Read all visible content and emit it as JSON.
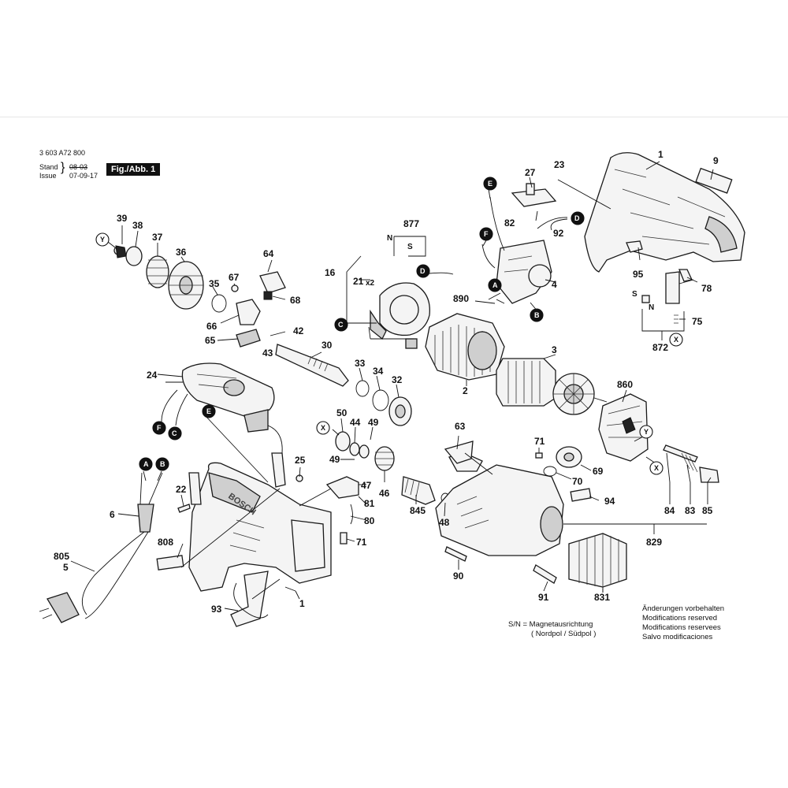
{
  "header": {
    "doc_number": "3 603 A72 800",
    "stand_label": "Stand",
    "issue_label": "Issue",
    "stand_date": "08-03",
    "issue_date": "07-09-17",
    "figure_label": "Fig./Abb. 1"
  },
  "legend": {
    "sn_line1": "S/N = Magnetausrichtung",
    "sn_line2": "( Nordpol / Südpol )"
  },
  "disclaimer": {
    "line_de": "Änderungen vorbehalten",
    "line_en": "Modifications reserved",
    "line_fr": "Modifications reservees",
    "line_es": "Salvo modificaciones"
  },
  "callouts": {
    "p1": "1",
    "p1b": "1",
    "p2": "2",
    "p3": "3",
    "p4": "4",
    "p5": "5",
    "p6": "6",
    "p9": "9",
    "p16": "16",
    "p21": "21",
    "p21x2": "x2",
    "p22": "22",
    "p23": "23",
    "p24": "24",
    "p25": "25",
    "p27": "27",
    "p30": "30",
    "p32": "32",
    "p33": "33",
    "p34": "34",
    "p35": "35",
    "p36": "36",
    "p37": "37",
    "p38": "38",
    "p39": "39",
    "p42": "42",
    "p43": "43",
    "p44": "44",
    "p46": "46",
    "p47": "47",
    "p48": "48",
    "p49a": "49",
    "p49b": "49",
    "p50": "50",
    "p63": "63",
    "p64": "64",
    "p65": "65",
    "p66": "66",
    "p67": "67",
    "p68": "68",
    "p69": "69",
    "p70": "70",
    "p71a": "71",
    "p71b": "71",
    "p75": "75",
    "p78": "78",
    "p80": "80",
    "p81": "81",
    "p82": "82",
    "p83": "83",
    "p84": "84",
    "p85": "85",
    "p90": "90",
    "p91": "91",
    "p92": "92",
    "p93": "93",
    "p94": "94",
    "p95": "95",
    "p805": "805",
    "p808": "808",
    "p829": "829",
    "p831": "831",
    "p845": "845",
    "p860": "860",
    "p872": "872",
    "p877": "877",
    "p890": "890"
  },
  "markers": {
    "A1": "A",
    "A2": "A",
    "B1": "B",
    "B2": "B",
    "C1": "C",
    "C2": "C",
    "D1": "D",
    "D2": "D",
    "E1": "E",
    "E2": "E",
    "F1": "F",
    "F2": "F",
    "X1": "X",
    "X2": "X",
    "X3": "X",
    "Y1": "Y",
    "Y2": "Y"
  },
  "magnet_labels": {
    "n1": "N",
    "s1": "S",
    "n2": "N",
    "s2": "S"
  },
  "brand_text": "BOSCH"
}
